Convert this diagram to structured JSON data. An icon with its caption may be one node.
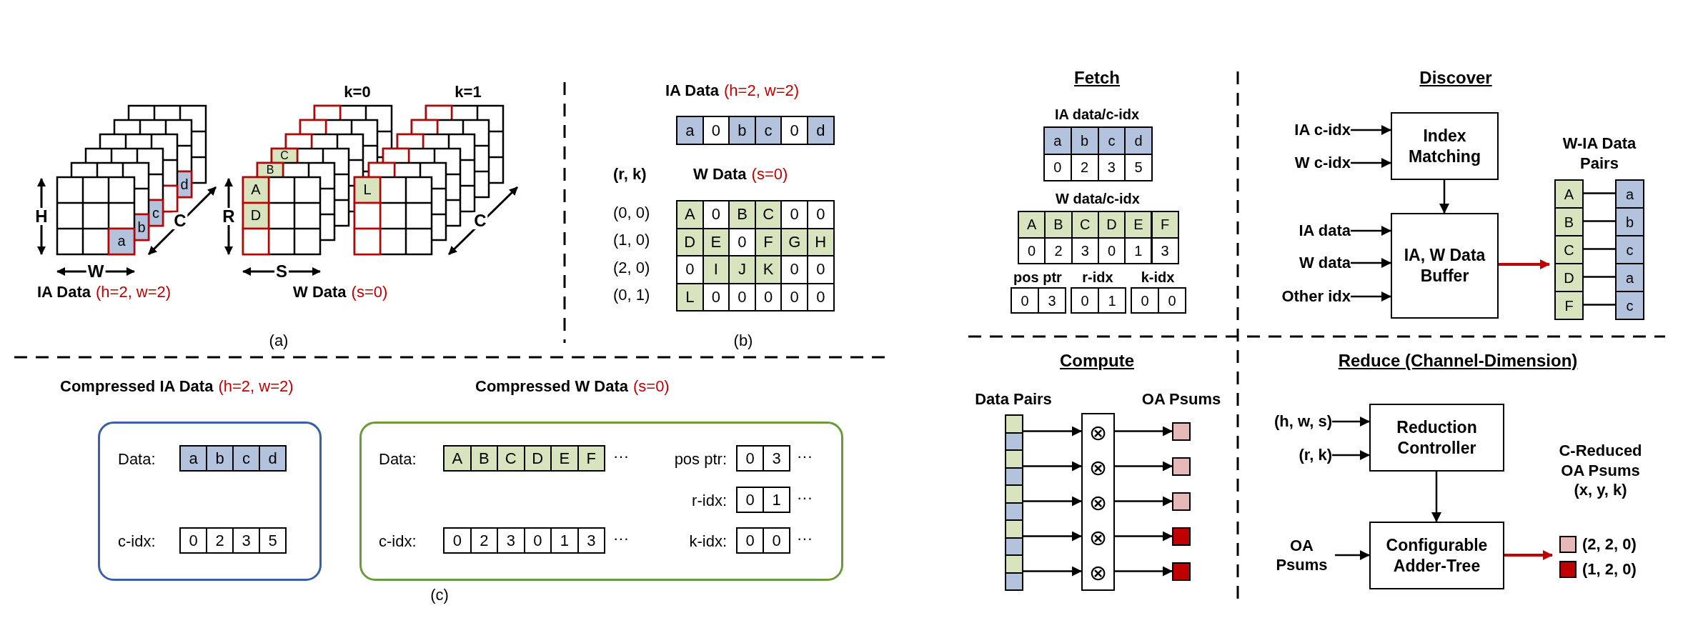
{
  "diagram": {
    "nodes": [
      {
        "text": [
          "IA c-idx"
        ]
      },
      {
        "text": [
          "W c-idx"
        ]
      },
      {
        "text": [
          "Index Matching"
        ]
      },
      {
        "text": [
          "IA data"
        ]
      },
      {
        "text": [
          "W data"
        ]
      },
      {
        "text": [
          "Other idx"
        ]
      },
      {
        "text": [
          "IA, W Data Buffer"
        ]
      },
      {
        "text": [
          "W-IA Data Pairs"
        ]
      },
      {
        "text": [
          "A"
        ],
        "in": 7
      },
      {
        "text": [
          "B"
        ],
        "in": 7
      },
      {
        "text": [
          "C"
        ],
        "in": 7
      },
      {
        "text": [
          "D"
        ],
        "in": 7
      },
      {
        "text": [
          "F"
        ],
        "in": 7
      },
      {
        "text": [
          "a"
        ],
        "in": 7
      },
      {
        "text": [
          "b"
        ],
        "in": 7
      },
      {
        "text": [
          "c"
        ],
        "in": 7
      },
      {
        "text": [
          "a"
        ],
        "in": 7
      },
      {
        "text": [
          "c"
        ],
        "in": 7
      },
      {
        "text": [],
        "shape": "bar"
      },
      {
        "text": [],
        "shape": "box"
      },
      {
        "text": [
          "⊗"
        ],
        "in": 19
      },
      {
        "text": [
          "⊗"
        ],
        "in": 19
      },
      {
        "text": [
          "⊗"
        ],
        "in": 19
      },
      {
        "text": [
          "⊗"
        ],
        "in": 19
      },
      {
        "text": [
          "⊗"
        ],
        "in": 19
      },
      {
        "text": [],
        "shape": "box"
      },
      {
        "text": [],
        "shape": "box"
      },
      {
        "text": [],
        "shape": "box"
      },
      {
        "text": [],
        "shape": "box"
      },
      {
        "text": [],
        "shape": "box"
      },
      {
        "text": [
          "(h, w, s)"
        ]
      },
      {
        "text": [
          "(r, k)"
        ]
      },
      {
        "text": [
          "Reduction Controller"
        ]
      },
      {
        "text": [
          "OA Psums"
        ]
      },
      {
        "text": [
          "Configurable Adder-Tree"
        ]
      },
      {
        "text": [
          "C-Reduced OA Psums (x, y, k)"
        ]
      },
      {
        "text": [
          "(2, 2, 0)"
        ],
        "in": 35
      },
      {
        "text": [
          "(1, 2, 0)"
        ],
        "in": 35
      },
      {
        "text": [
          "Data:",
          "c-idx:"
        ]
      },
      {
        "text": [
          "Data:",
          "pos ptr:",
          "r-idx:",
          "c-idx:",
          "k-idx:"
        ]
      }
    ],
    "edges": [
      {
        "from": 0,
        "to": 2,
        "arrow": "to"
      },
      {
        "from": 1,
        "to": 2,
        "arrow": "to"
      },
      {
        "from": 2,
        "to": 6,
        "arrow": "to"
      },
      {
        "from": 3,
        "to": 6,
        "arrow": "to"
      },
      {
        "from": 4,
        "to": 6,
        "arrow": "to"
      },
      {
        "from": 5,
        "to": 6,
        "arrow": "to"
      },
      {
        "from": 6,
        "to": 7,
        "arrow": "to",
        "color": "#c00000"
      },
      {
        "from": 8,
        "to": 13,
        "arrow": "none"
      },
      {
        "from": 9,
        "to": 14,
        "arrow": "none"
      },
      {
        "from": 10,
        "to": 15,
        "arrow": "none"
      },
      {
        "from": 11,
        "to": 16,
        "arrow": "none"
      },
      {
        "from": 12,
        "to": 17,
        "arrow": "none"
      },
      {
        "from": 18,
        "to": 20,
        "arrow": "to"
      },
      {
        "from": 18,
        "to": 21,
        "arrow": "to"
      },
      {
        "from": 18,
        "to": 22,
        "arrow": "to"
      },
      {
        "from": 18,
        "to": 23,
        "arrow": "to"
      },
      {
        "from": 18,
        "to": 24,
        "arrow": "to"
      },
      {
        "from": 20,
        "to": 25,
        "arrow": "to"
      },
      {
        "from": 21,
        "to": 26,
        "arrow": "to"
      },
      {
        "from": 22,
        "to": 27,
        "arrow": "to"
      },
      {
        "from": 23,
        "to": 28,
        "arrow": "to"
      },
      {
        "from": 24,
        "to": 29,
        "arrow": "to"
      },
      {
        "from": 30,
        "to": 32,
        "arrow": "to"
      },
      {
        "from": 31,
        "to": 32,
        "arrow": "to"
      },
      {
        "from": 32,
        "to": 34,
        "arrow": "to"
      },
      {
        "from": 33,
        "to": 34,
        "arrow": "to"
      },
      {
        "from": 34,
        "to": 35,
        "arrow": "to",
        "color": "#c00000"
      }
    ],
    "labels": [
      "k=0",
      "k=1",
      "d",
      "C",
      "B",
      "c",
      "A",
      "L",
      "b",
      "H",
      "C",
      "R",
      "D",
      "C",
      "a",
      "W",
      "S",
      "IA Data",
      "(h=2, w=2)",
      "W Data",
      "(s=0)",
      "(a)",
      "IA Data",
      "(h=2, w=2)",
      "a",
      "0",
      "b",
      "c",
      "0",
      "d",
      "(r, k)",
      "W Data",
      "(s=0)",
      "(0, 0)",
      "A",
      "0",
      "B",
      "C",
      "0",
      "0",
      "(1, 0)",
      "D",
      "E",
      "0",
      "F",
      "G",
      "H",
      "(2, 0)",
      "0",
      "I",
      "J",
      "K",
      "0",
      "0",
      "(0, 1)",
      "L",
      "0",
      "0",
      "0",
      "0",
      "0",
      "(b)",
      "Compressed IA Data",
      "(h=2, w=2)",
      "Compressed W Data",
      "(s=0)",
      "a",
      "b",
      "c",
      "d",
      "A",
      "B",
      "C",
      "D",
      "E",
      "F",
      "···",
      "0",
      "3",
      "···",
      "0",
      "1",
      "···",
      "0",
      "2",
      "3",
      "5",
      "0",
      "2",
      "3",
      "0",
      "1",
      "3",
      "···",
      "0",
      "0",
      "···",
      "(c)",
      "Fetch",
      "IA data/c-idx",
      "a",
      "b",
      "c",
      "d",
      "0",
      "2",
      "3",
      "5",
      "W data/c-idx",
      "A",
      "B",
      "C",
      "D",
      "E",
      "F",
      "0",
      "2",
      "3",
      "0",
      "1",
      "3",
      "pos ptr",
      "r-idx",
      "k-idx",
      "0",
      "3",
      "0",
      "1",
      "0",
      "0",
      "Discover",
      "Compute",
      "Data Pairs",
      "OA Psums",
      "Reduce (Channel-Dimension)"
    ]
  }
}
